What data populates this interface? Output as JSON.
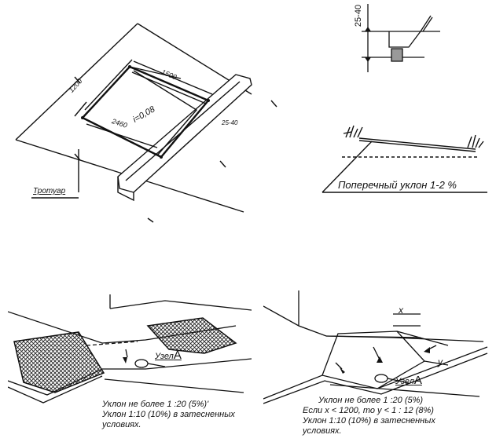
{
  "top_left": {
    "dim_width": "1200",
    "dim_length": "1500",
    "dim_small": "2460",
    "slope_label": "i=0,08",
    "dim_side": "25-40",
    "sidewalk_label": "Тротуар"
  },
  "top_right_a": {
    "vertical_dim": "25-40"
  },
  "top_right_b": {
    "caption": "Поперечный уклон 1-2 %"
  },
  "bottom_left": {
    "node_label": "Узел",
    "node_letter": "А",
    "line1": "Уклон не более 1 :20 (5%)'",
    "line2": "Уклон 1:10 (10%) в затесненных",
    "line3": "условиях."
  },
  "bottom_right": {
    "x_label": "x",
    "y_label": "y",
    "node_label": "Узел",
    "node_letter": "А",
    "line1": "Уклон не более 1 :20 (5%)",
    "line2": "Если x < 1200, то y < 1 : 12 (8%)",
    "line3": "Уклон 1:10 (10%) в затесненных",
    "line4": "условиях."
  }
}
